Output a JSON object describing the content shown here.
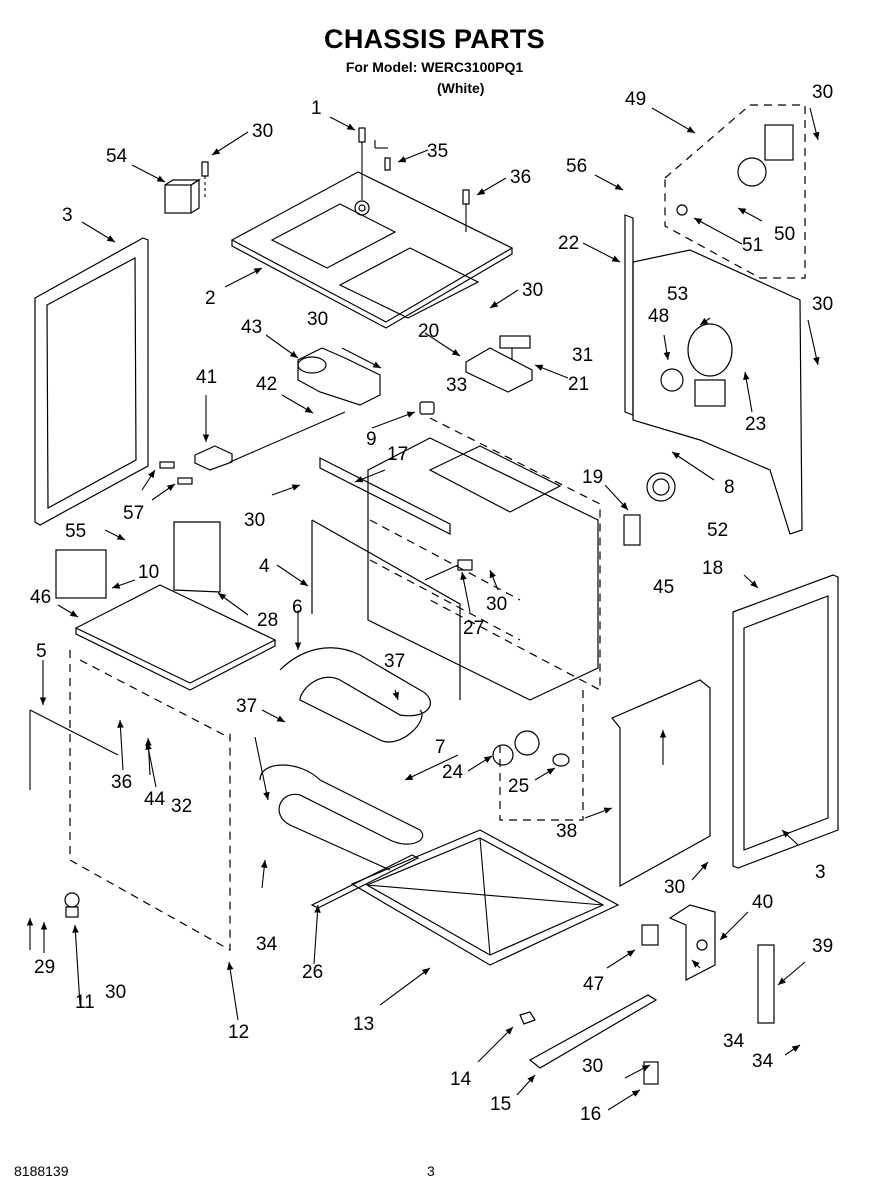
{
  "header": {
    "title": "CHASSIS PARTS",
    "subtitle": "For Model: WERC3100PQ1",
    "variant": "(White)"
  },
  "footer": {
    "document_number": "8188139",
    "page_number": "3"
  },
  "callouts": [
    {
      "id": "c1",
      "label": "1"
    },
    {
      "id": "c2",
      "label": "2"
    },
    {
      "id": "c3a",
      "label": "3"
    },
    {
      "id": "c3b",
      "label": "3"
    },
    {
      "id": "c4",
      "label": "4"
    },
    {
      "id": "c5",
      "label": "5"
    },
    {
      "id": "c6",
      "label": "6"
    },
    {
      "id": "c7",
      "label": "7"
    },
    {
      "id": "c8",
      "label": "8"
    },
    {
      "id": "c9",
      "label": "9"
    },
    {
      "id": "c10",
      "label": "10"
    },
    {
      "id": "c11",
      "label": "11"
    },
    {
      "id": "c12",
      "label": "12"
    },
    {
      "id": "c13",
      "label": "13"
    },
    {
      "id": "c14",
      "label": "14"
    },
    {
      "id": "c15",
      "label": "15"
    },
    {
      "id": "c16",
      "label": "16"
    },
    {
      "id": "c17",
      "label": "17"
    },
    {
      "id": "c18",
      "label": "18"
    },
    {
      "id": "c19",
      "label": "19"
    },
    {
      "id": "c20",
      "label": "20"
    },
    {
      "id": "c21",
      "label": "21"
    },
    {
      "id": "c22",
      "label": "22"
    },
    {
      "id": "c23",
      "label": "23"
    },
    {
      "id": "c24",
      "label": "24"
    },
    {
      "id": "c25",
      "label": "25"
    },
    {
      "id": "c26",
      "label": "26"
    },
    {
      "id": "c27",
      "label": "27"
    },
    {
      "id": "c28",
      "label": "28"
    },
    {
      "id": "c29",
      "label": "29"
    },
    {
      "id": "c30a",
      "label": "30"
    },
    {
      "id": "c30b",
      "label": "30"
    },
    {
      "id": "c30c",
      "label": "30"
    },
    {
      "id": "c30d",
      "label": "30"
    },
    {
      "id": "c30e",
      "label": "30"
    },
    {
      "id": "c30f",
      "label": "30"
    },
    {
      "id": "c30g",
      "label": "30"
    },
    {
      "id": "c30h",
      "label": "30"
    },
    {
      "id": "c30i",
      "label": "30"
    },
    {
      "id": "c30j",
      "label": "30"
    },
    {
      "id": "c30k",
      "label": "30"
    },
    {
      "id": "c31",
      "label": "31"
    },
    {
      "id": "c32",
      "label": "32"
    },
    {
      "id": "c33",
      "label": "33"
    },
    {
      "id": "c34a",
      "label": "34"
    },
    {
      "id": "c34b",
      "label": "34"
    },
    {
      "id": "c34c",
      "label": "34"
    },
    {
      "id": "c35",
      "label": "35"
    },
    {
      "id": "c36a",
      "label": "36"
    },
    {
      "id": "c36b",
      "label": "36"
    },
    {
      "id": "c37a",
      "label": "37"
    },
    {
      "id": "c37b",
      "label": "37"
    },
    {
      "id": "c37c",
      "label": "37"
    },
    {
      "id": "c38",
      "label": "38"
    },
    {
      "id": "c39",
      "label": "39"
    },
    {
      "id": "c40",
      "label": "40"
    },
    {
      "id": "c41",
      "label": "41"
    },
    {
      "id": "c42",
      "label": "42"
    },
    {
      "id": "c43",
      "label": "43"
    },
    {
      "id": "c44",
      "label": "44"
    },
    {
      "id": "c45",
      "label": "45"
    },
    {
      "id": "c46",
      "label": "46"
    },
    {
      "id": "c47",
      "label": "47"
    },
    {
      "id": "c48",
      "label": "48"
    },
    {
      "id": "c49",
      "label": "49"
    },
    {
      "id": "c50",
      "label": "50"
    },
    {
      "id": "c51",
      "label": "51"
    },
    {
      "id": "c52",
      "label": "52"
    },
    {
      "id": "c53",
      "label": "53"
    },
    {
      "id": "c54",
      "label": "54"
    },
    {
      "id": "c55",
      "label": "55"
    },
    {
      "id": "c56",
      "label": "56"
    },
    {
      "id": "c57",
      "label": "57"
    }
  ]
}
